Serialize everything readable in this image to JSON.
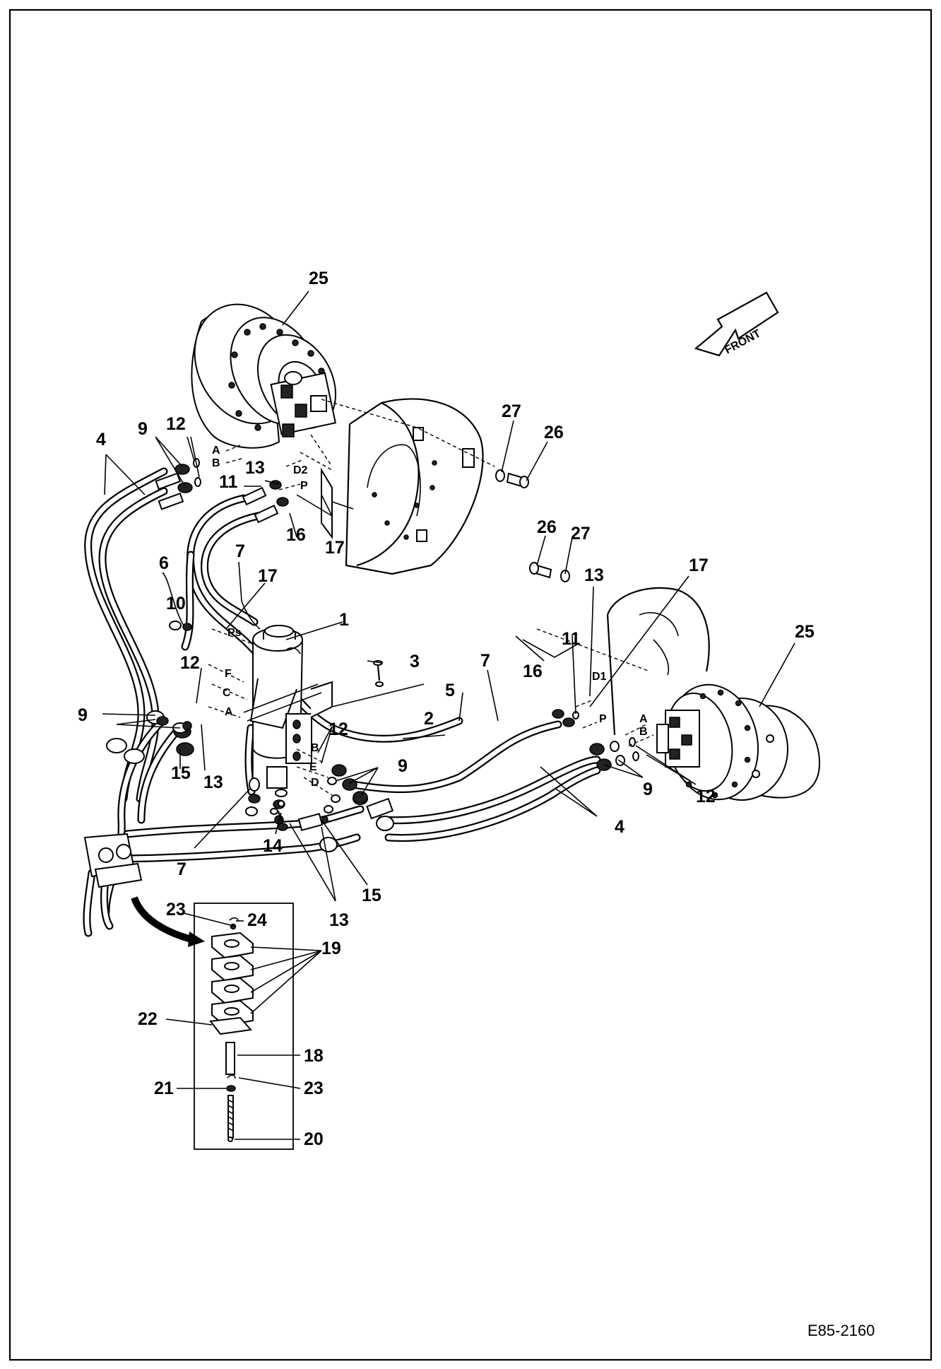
{
  "drawing": {
    "reference_code": "E85-2160",
    "direction_label": "FRONT"
  },
  "callouts": [
    {
      "id": "c25a",
      "text": "25"
    },
    {
      "id": "c4a",
      "text": "4"
    },
    {
      "id": "c9a",
      "text": "9"
    },
    {
      "id": "c12a",
      "text": "12"
    },
    {
      "id": "c27a",
      "text": "27"
    },
    {
      "id": "c26a",
      "text": "26"
    },
    {
      "id": "c13a",
      "text": "13"
    },
    {
      "id": "c11a",
      "text": "11"
    },
    {
      "id": "c16a",
      "text": "16"
    },
    {
      "id": "c17a",
      "text": "17"
    },
    {
      "id": "c26b",
      "text": "26"
    },
    {
      "id": "c27b",
      "text": "27"
    },
    {
      "id": "c13b",
      "text": "13"
    },
    {
      "id": "c17b",
      "text": "17"
    },
    {
      "id": "c6",
      "text": "6"
    },
    {
      "id": "c7a",
      "text": "7"
    },
    {
      "id": "c17c",
      "text": "17"
    },
    {
      "id": "c25b",
      "text": "25"
    },
    {
      "id": "c10",
      "text": "10"
    },
    {
      "id": "c1",
      "text": "1"
    },
    {
      "id": "c11b",
      "text": "11"
    },
    {
      "id": "c3",
      "text": "3"
    },
    {
      "id": "c5",
      "text": "5"
    },
    {
      "id": "c7b",
      "text": "7"
    },
    {
      "id": "c16b",
      "text": "16"
    },
    {
      "id": "c12b",
      "text": "12"
    },
    {
      "id": "c2",
      "text": "2"
    },
    {
      "id": "c9b",
      "text": "9"
    },
    {
      "id": "c12c",
      "text": "12"
    },
    {
      "id": "c9c",
      "text": "9"
    },
    {
      "id": "c15a",
      "text": "15"
    },
    {
      "id": "c13c",
      "text": "13"
    },
    {
      "id": "c9d",
      "text": "9"
    },
    {
      "id": "c12d",
      "text": "12"
    },
    {
      "id": "c4b",
      "text": "4"
    },
    {
      "id": "c14",
      "text": "14"
    },
    {
      "id": "c7c",
      "text": "7"
    },
    {
      "id": "c15b",
      "text": "15"
    },
    {
      "id": "c13d",
      "text": "13"
    },
    {
      "id": "c23a",
      "text": "23"
    },
    {
      "id": "c24",
      "text": "24"
    },
    {
      "id": "c19",
      "text": "19"
    },
    {
      "id": "c22",
      "text": "22"
    },
    {
      "id": "c18",
      "text": "18"
    },
    {
      "id": "c21",
      "text": "21"
    },
    {
      "id": "c23b",
      "text": "23"
    },
    {
      "id": "c20",
      "text": "20"
    }
  ],
  "port_letters": [
    {
      "id": "pA1",
      "text": "A"
    },
    {
      "id": "pB1",
      "text": "B"
    },
    {
      "id": "pD2",
      "text": "D2"
    },
    {
      "id": "pP1",
      "text": "P"
    },
    {
      "id": "pPs",
      "text": "Ps"
    },
    {
      "id": "pF",
      "text": "F"
    },
    {
      "id": "pC",
      "text": "C"
    },
    {
      "id": "pA2",
      "text": "A"
    },
    {
      "id": "pB2",
      "text": "B"
    },
    {
      "id": "pE",
      "text": "E"
    },
    {
      "id": "pD",
      "text": "D"
    },
    {
      "id": "pD1",
      "text": "D1"
    },
    {
      "id": "pP2",
      "text": "P"
    },
    {
      "id": "pA3",
      "text": "A"
    },
    {
      "id": "pB3",
      "text": "B"
    }
  ]
}
